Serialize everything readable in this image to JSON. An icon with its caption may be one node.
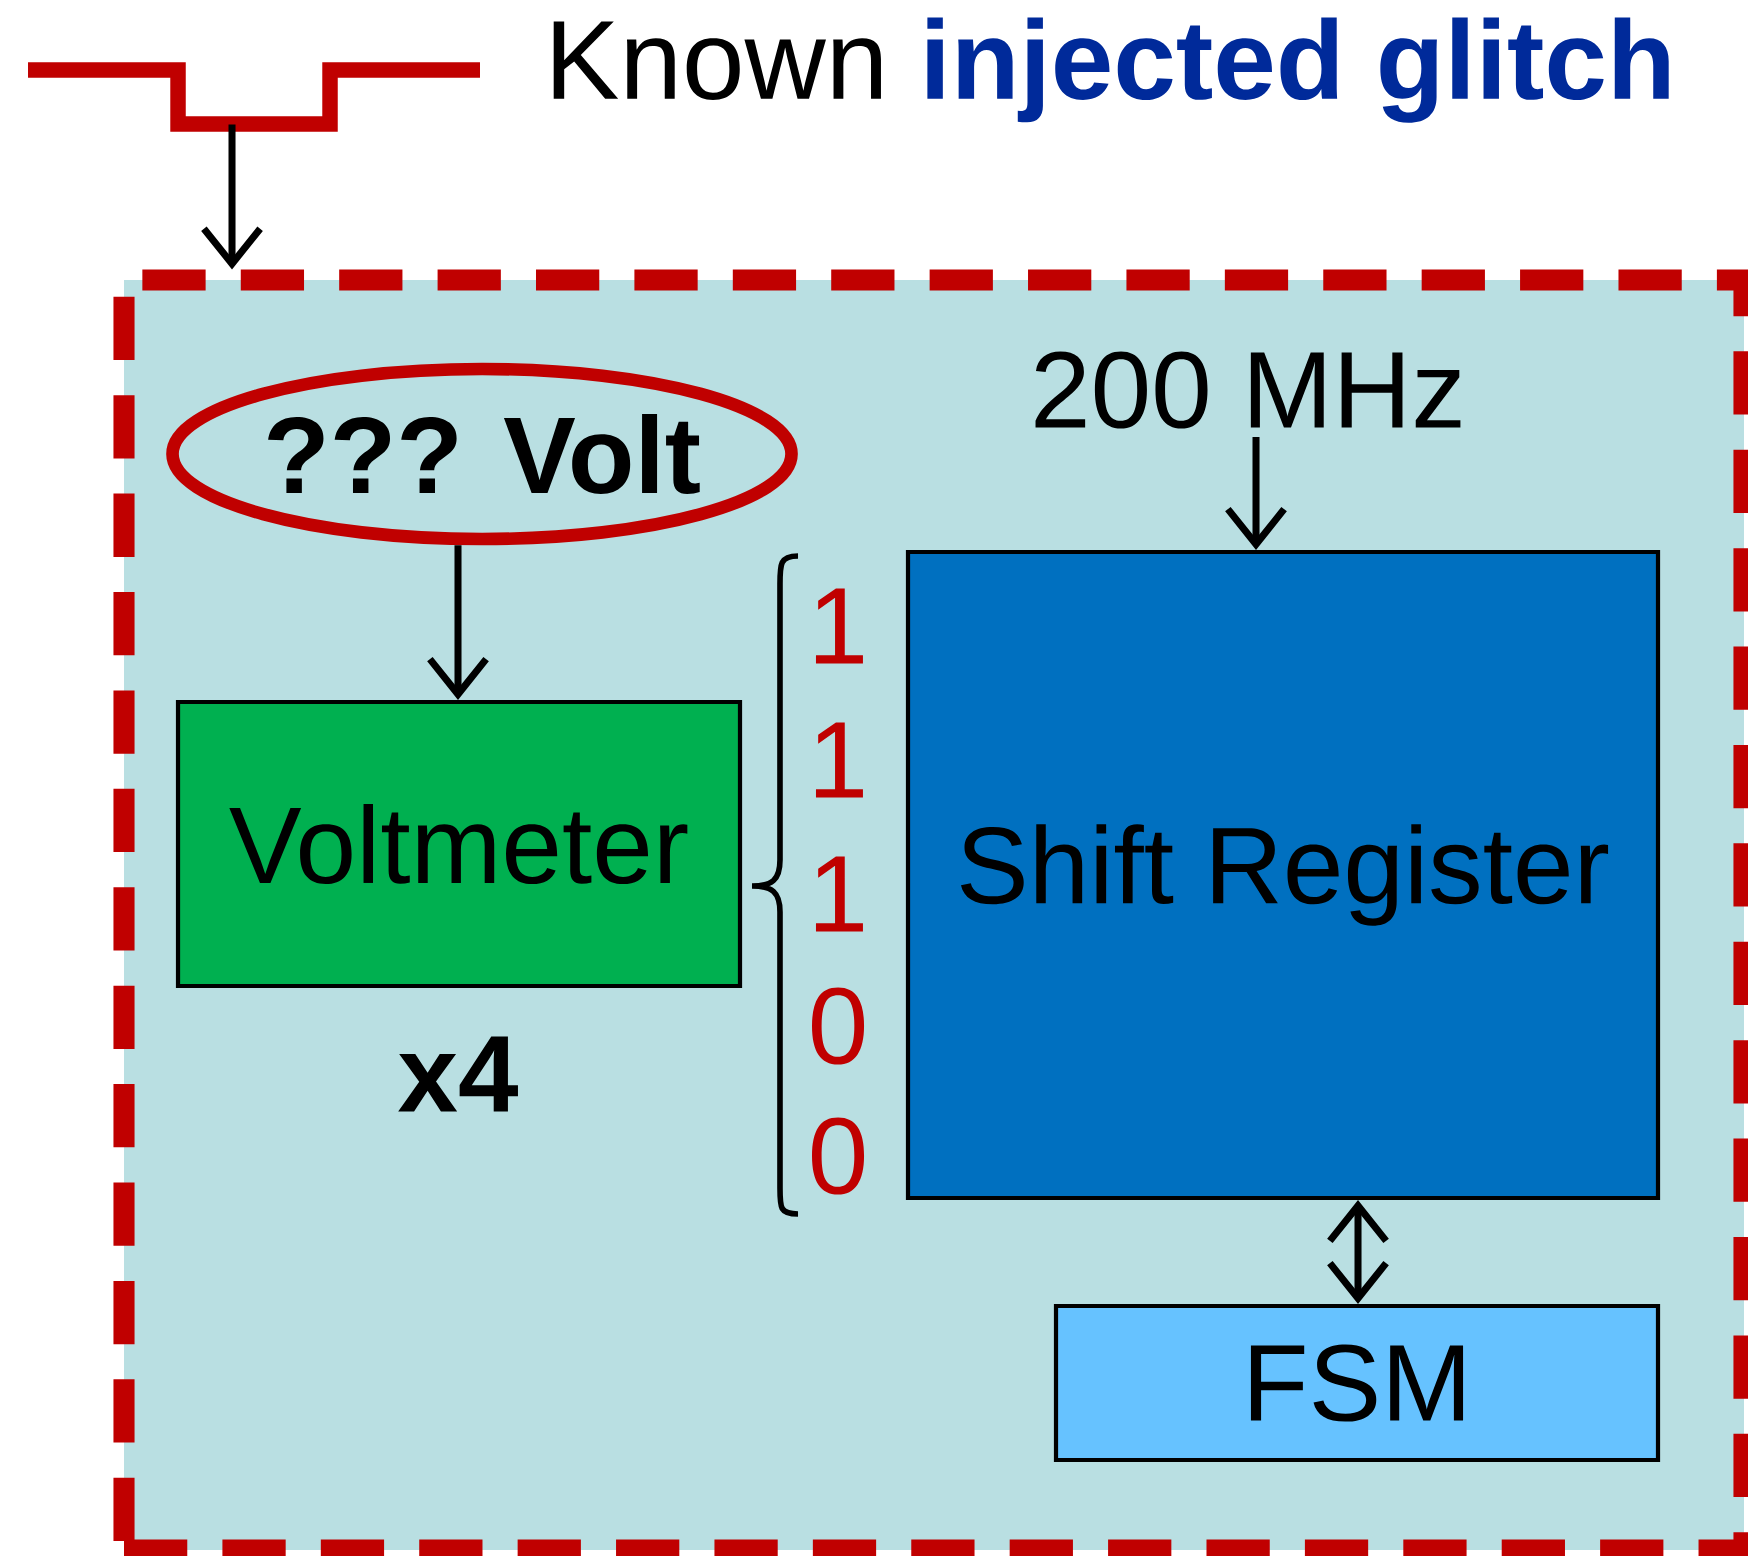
{
  "diagram": {
    "nodes": [
      {
        "text": [],
        "shape": "picture",
        "beside": [
          "Known **injected glitch**"
        ]
      },
      {
        "text": [],
        "shape": "box"
      },
      {
        "text": [
          "??? Volt"
        ],
        "in": 1
      },
      {
        "text": [
          "Voltmeter"
        ],
        "in": 1,
        "beside": [
          "x4"
        ]
      },
      {
        "text": [
          "200 MHz"
        ],
        "in": 1
      },
      {
        "text": [
          "Shift Register"
        ],
        "in": 1
      },
      {
        "text": [
          "FSM"
        ],
        "in": 1
      }
    ],
    "edges": [
      {
        "from": 0,
        "to": 1,
        "arrow": "to"
      },
      {
        "from": 2,
        "to": 3,
        "arrow": "to"
      },
      {
        "from": 4,
        "to": 5,
        "arrow": "to"
      },
      {
        "from": 5,
        "to": 6,
        "arrow": "both"
      }
    ],
    "labels": [
      "1",
      "1",
      "1",
      "0",
      "0"
    ]
  }
}
